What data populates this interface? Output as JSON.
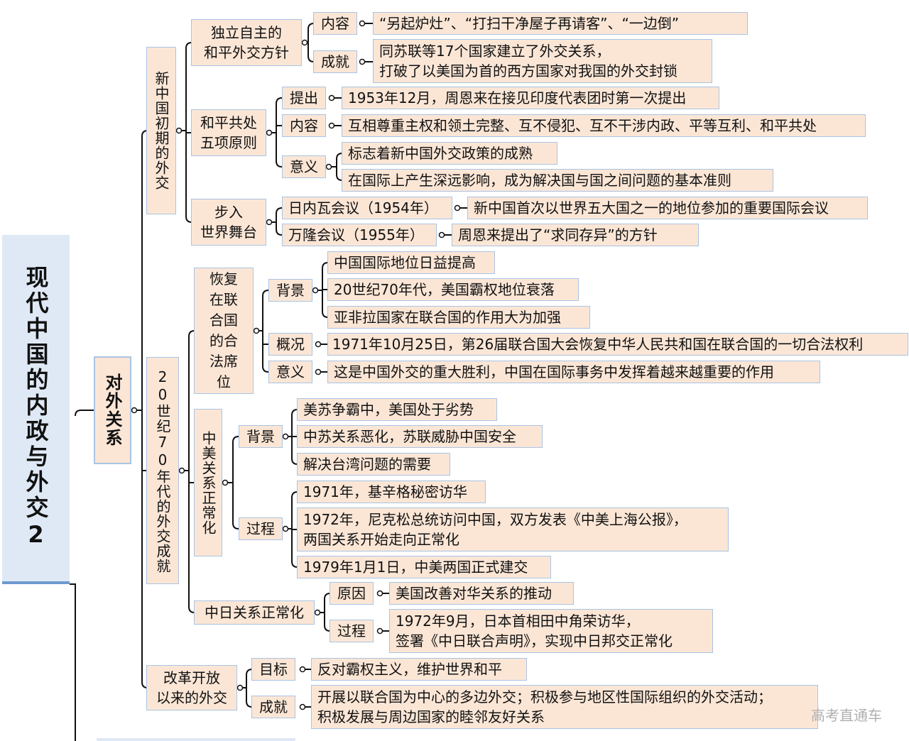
{
  "root": {
    "title": "现代中国的内政与外交2"
  },
  "main": {
    "label": "对外关系"
  },
  "sec1": {
    "title": "新中国初期的外交",
    "independent": {
      "title_line1": "独立自主的",
      "title_line2": "和平外交方针",
      "content_label": "内容",
      "content_text": "“另起炉灶”、“打扫干净屋子再请客”、“一边倒”",
      "achieve_label": "成就",
      "achieve_line1": "同苏联等17个国家建立了外交关系，",
      "achieve_line2": "打破了以美国为首的西方国家对我国的外交封锁"
    },
    "five_principles": {
      "title_line1": "和平共处",
      "title_line2": "五项原则",
      "propose_label": "提出",
      "propose_text": "1953年12月，周恩来在接见印度代表团时第一次提出",
      "content_label": "内容",
      "content_text": "互相尊重主权和领土完整、互不侵犯、互不干涉内政、平等互利、和平共处",
      "meaning_label": "意义",
      "meaning_1": "标志着新中国外交政策的成熟",
      "meaning_2": "在国际上产生深远影响，成为解决国与国之间问题的基本准则"
    },
    "world_stage": {
      "title_line1": "步入",
      "title_line2": "世界舞台",
      "geneva_label": "日内瓦会议（1954年）",
      "geneva_text": "新中国首次以世界五大国之一的地位参加的重要国际会议",
      "bandung_label": "万隆会议（1955年）",
      "bandung_text": "周恩来提出了“求同存异”的方针"
    }
  },
  "sec2": {
    "title": "20世纪70年代的外交成就",
    "un": {
      "title": "恢复在联合国的合法席位",
      "bg_label": "背景",
      "bg_1": "中国国际地位日益提高",
      "bg_2": "20世纪70年代，美国霸权地位衰落",
      "bg_3": "亚非拉国家在联合国的作用大为加强",
      "overview_label": "概况",
      "overview_text": "1971年10月25日，第26届联合国大会恢复中华人民共和国在联合国的一切合法权利",
      "meaning_label": "意义",
      "meaning_text": "这是中国外交的重大胜利，中国在国际事务中发挥着越来越重要的作用"
    },
    "sino_us": {
      "title": "中美关系正常化",
      "bg_label": "背景",
      "bg_1": "美苏争霸中，美国处于劣势",
      "bg_2": "中苏关系恶化，苏联威胁中国安全",
      "bg_3": "解决台湾问题的需要",
      "process_label": "过程",
      "process_1": "1971年，基辛格秘密访华",
      "process_2_line1": "1972年，尼克松总统访问中国，双方发表《中美上海公报》，",
      "process_2_line2": "两国关系开始走向正常化",
      "process_3": "1979年1月1日，中美两国正式建交"
    },
    "sino_japan": {
      "title": "中日关系正常化",
      "reason_label": "原因",
      "reason_text": "美国改善对华关系的推动",
      "process_label": "过程",
      "process_line1": "1972年9月，日本首相田中角荣访华，",
      "process_line2": "签署《中日联合声明》，实现中日邦交正常化"
    }
  },
  "sec3": {
    "title_line1": "改革开放",
    "title_line2": "以来的外交",
    "goal_label": "目标",
    "goal_text": "反对霸权主义，维护世界和平",
    "achieve_label": "成就",
    "achieve_line1": "开展以联合国为中心的多边外交；积极参与地区性国际组织的外交活动；",
    "achieve_line2": "积极发展与周边国家的睦邻友好关系"
  },
  "watermark": "高考直通车",
  "colors": {
    "node_fill": "#fbe6d6",
    "node_border": "#a9c4e3",
    "root_fill": "#dfe9f6",
    "root_underline": "#6f98cf",
    "line": "#111111"
  }
}
